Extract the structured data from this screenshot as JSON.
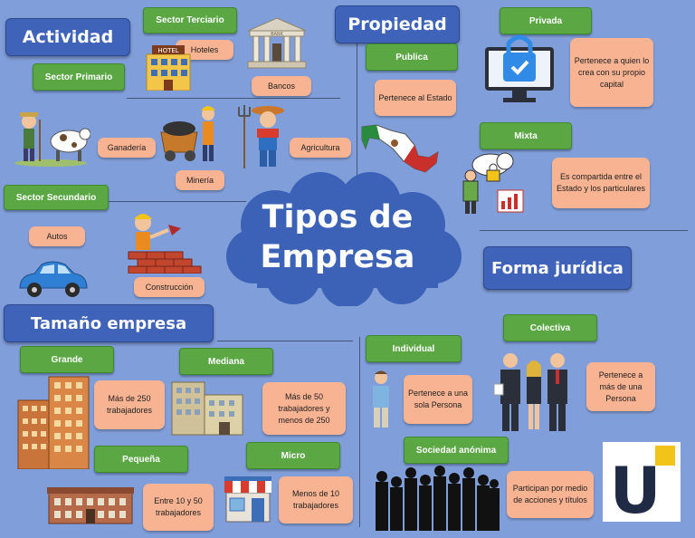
{
  "center": {
    "line1": "Tipos de",
    "line2": "Empresa"
  },
  "actividad": {
    "title": "Actividad",
    "sector_terciario": "Sector Terciario",
    "sector_primario": "Sector Primario",
    "sector_secundario": "Sector Secundario",
    "hoteles": "Hoteles",
    "bancos": "Bancos",
    "bank_sign": "BANK",
    "hotel_sign": "HOTEL",
    "ganaderia": "Ganadería",
    "mineria": "Minería",
    "agricultura": "Agricultura",
    "autos": "Autos",
    "construccion": "Construcción"
  },
  "propiedad": {
    "title": "Propiedad",
    "publica": "Publica",
    "publica_desc": "Pertenece al Estado",
    "privada": "Privada",
    "privada_desc": "Pertenece a quien lo crea con su propio capital",
    "mixta": "Mixta",
    "mixta_desc": "Es compartida entre el Estado y los particulares"
  },
  "forma_juridica": {
    "title": "Forma jurídica",
    "individual": "Individual",
    "individual_desc": "Pertenece a una sola Persona",
    "colectiva": "Colectiva",
    "colectiva_desc": "Pertenece a más de una Persona",
    "sociedad": "Sociedad anónima",
    "sociedad_desc": "Participan por medio de acciones y títulos"
  },
  "tamano": {
    "title": "Tamaño empresa",
    "grande": "Grande",
    "grande_desc": "Más de 250 trabajadores",
    "mediana": "Mediana",
    "mediana_desc": "Más de 50 trabajadores y menos de 250",
    "pequena": "Pequeña",
    "pequena_desc": "Entre 10 y 50 trabajadores",
    "micro": "Micro",
    "micro_desc": "Menos de 10 trabajadores"
  },
  "logo": {
    "letter": "U"
  },
  "colors": {
    "background": "#809ed9",
    "header_blue": "#3f63b8",
    "green_box": "#5aa744",
    "peach_box": "#f8b392",
    "cloud": "#3c62b8"
  }
}
